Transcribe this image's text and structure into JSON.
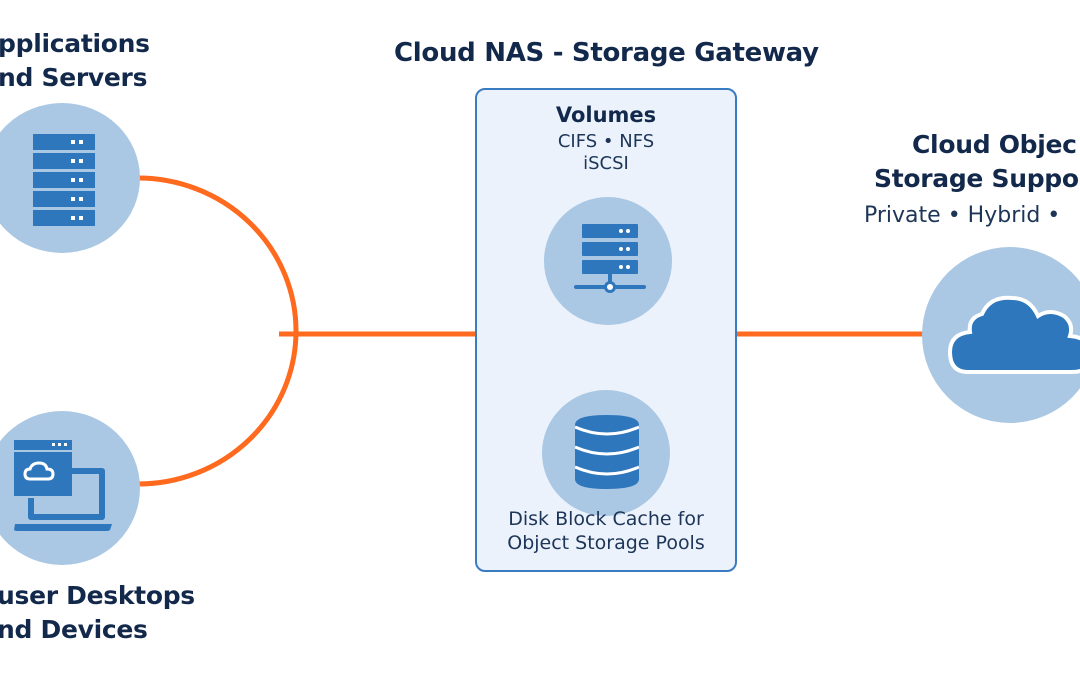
{
  "diagram": {
    "title": "Cloud NAS - Storage Gateway",
    "colors": {
      "connector": "#ff6a1f",
      "circle_fill": "#aac8e4",
      "icon_fill": "#2f77bd",
      "box_fill": "#ebf2fb",
      "box_border": "#3a7cc2",
      "text": "#13294b"
    },
    "left_nodes": [
      {
        "label_line1": "pplications",
        "label_line2": "nd Servers",
        "icon": "server-rack-icon"
      },
      {
        "label_line1": "user Desktops",
        "label_line2": "nd Devices",
        "icon": "laptop-cloud-window-icon"
      }
    ],
    "gateway": {
      "volumes_title": "Volumes",
      "protocols_line1": "CIFS • NFS",
      "protocols_line2": "iSCSI",
      "volumes_icon": "network-server-icon",
      "cache_icon": "database-icon",
      "cache_line1": "Disk Block Cache for",
      "cache_line2": "Object Storage Pools"
    },
    "right_node": {
      "label_line1": "Cloud Objec",
      "label_line2": "Storage Suppo",
      "types": "Private • Hybrid •",
      "icon": "cloud-icon"
    }
  }
}
